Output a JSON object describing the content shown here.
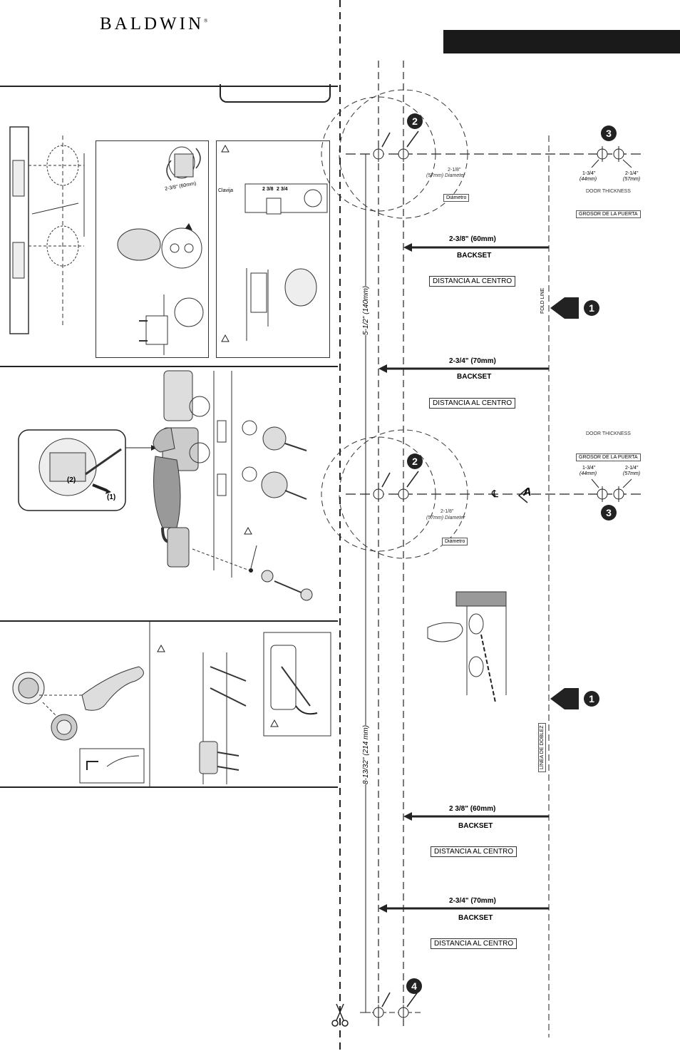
{
  "brand": {
    "name": "BALDWIN",
    "mark": "®"
  },
  "left": {
    "step1": {
      "latch_measure": "2-3/8\" (60mm)",
      "clavija_label": "Clavija",
      "backset_values": [
        "2 3/8",
        "2 3/4"
      ]
    },
    "step2": {
      "callout_2": "(2)",
      "callout_1": "(1)"
    }
  },
  "template": {
    "top": {
      "hole_dia": "2-1/8\"",
      "hole_dia_mm": "(57mm) Diameter",
      "diametro": "Diámetro",
      "thick_a": "1-3/4\"",
      "thick_a_mm": "(44mm)",
      "thick_b": "2-1/4\"",
      "thick_b_mm": "(57mm)",
      "door_thickness": "DOOR THICKNESS",
      "grosor": "GROSOR DE LA PUERTA",
      "backset_60": "2-3/8\" (60mm)",
      "backset_label": "BACKSET",
      "distancia": "DISTANCIA AL CENTRO",
      "fold_line": "FOLD LINE",
      "dim_140": "5-1/2\" (140mm)",
      "backset_70": "2-3/4\" (70mm)"
    },
    "bottom": {
      "door_thickness": "DOOR THICKNESS",
      "grosor": "GROSOR DE LA PUERTA",
      "thick_a": "1-3/4\"",
      "thick_a_mm": "(44mm)",
      "thick_b": "2-1/4\"",
      "thick_b_mm": "(57mm)",
      "hole_dia": "2-1/8\"",
      "hole_dia_mm": "(57mm) Diameter",
      "diametro": "Diámetro",
      "marker_a": "A",
      "cl_mark": "℄",
      "linea": "LÍNEA DE DOBLEZ",
      "backset_60": "2 3/8\" (60mm)",
      "backset_label": "BACKSET",
      "distancia": "DISTANCIA AL CENTRO",
      "backset_70": "2-3/4\" (70mm)",
      "dim_214": "8-13/32\" (214 mm)"
    },
    "nums": {
      "n1": "1",
      "n2": "2",
      "n3": "3",
      "n4": "4"
    }
  }
}
